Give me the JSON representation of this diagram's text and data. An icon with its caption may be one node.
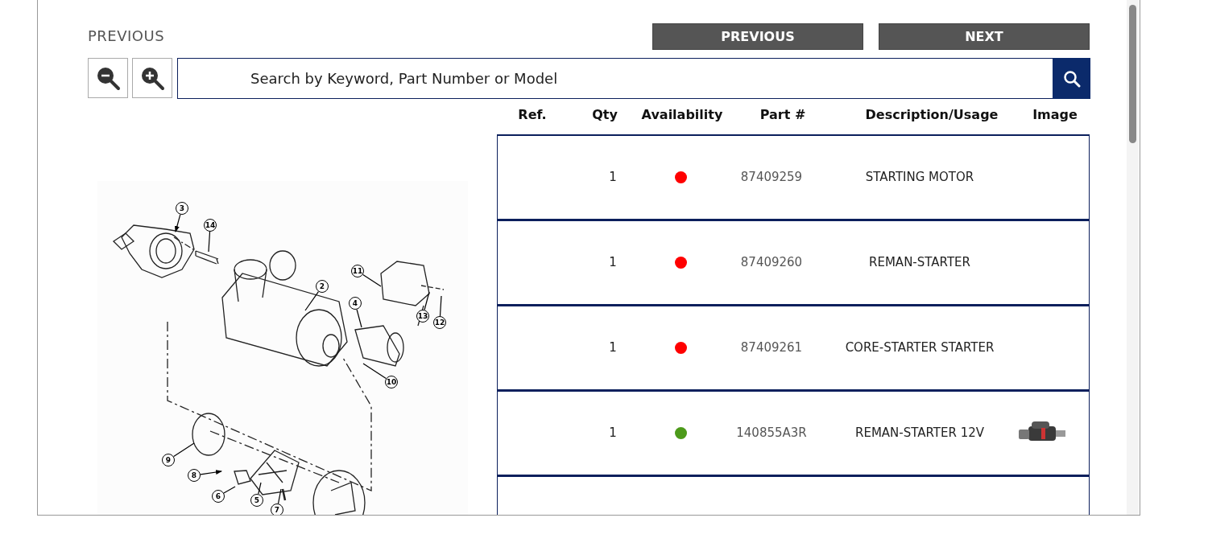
{
  "diagram": {
    "nodes": [
      {
        "text": [
          "PREVIOUS"
        ]
      },
      {
        "text": [
          "NEXT"
        ]
      },
      {
        "text": [
          "Search by Keyword, Part Number or Model"
        ]
      },
      {
        "text": [],
        "shape": "picture"
      },
      {
        "text": [
          "3"
        ],
        "in": 3
      },
      {
        "text": [
          "14"
        ],
        "in": 3
      },
      {
        "text": [
          "2"
        ],
        "in": 3
      },
      {
        "text": [
          "11"
        ],
        "in": 3
      },
      {
        "text": [
          "4"
        ],
        "in": 3
      },
      {
        "text": [
          "13"
        ],
        "in": 3
      },
      {
        "text": [
          "12"
        ],
        "in": 3
      },
      {
        "text": [
          "10"
        ],
        "in": 3
      },
      {
        "text": [
          "9"
        ],
        "in": 3
      },
      {
        "text": [
          "8"
        ],
        "in": 3
      },
      {
        "text": [
          "6"
        ],
        "in": 3
      },
      {
        "text": [
          "5"
        ],
        "in": 3
      },
      {
        "text": [
          "7"
        ],
        "in": 3
      },
      {
        "text": [],
        "shape": "circle"
      },
      {
        "text": [],
        "shape": "circle"
      },
      {
        "text": [],
        "shape": "circle"
      },
      {
        "text": [],
        "shape": "circle"
      },
      {
        "text": [],
        "shape": "picture"
      }
    ],
    "edges": [
      {
        "from": 4,
        "to": null,
        "arrow": "to"
      },
      {
        "from": 5,
        "to": null,
        "arrow": "none"
      },
      {
        "from": 6,
        "to": null,
        "arrow": "none"
      },
      {
        "from": 7,
        "to": null,
        "arrow": "none"
      },
      {
        "from": 8,
        "to": null,
        "arrow": "none"
      },
      {
        "from": 9,
        "to": null,
        "arrow": "none"
      },
      {
        "from": 10,
        "to": null,
        "arrow": "none"
      },
      {
        "from": 11,
        "to": null,
        "arrow": "none"
      },
      {
        "from": 12,
        "to": null,
        "arrow": "none"
      },
      {
        "from": 13,
        "to": null,
        "arrow": "to"
      },
      {
        "from": 14,
        "to": null,
        "arrow": "none"
      },
      {
        "from": 15,
        "to": null,
        "arrow": "none"
      },
      {
        "from": 16,
        "to": null,
        "arrow": "none"
      }
    ],
    "labels": [
      "PREVIOUS",
      "Ref.",
      "Qty",
      "Availability",
      "Part #",
      "Description/Usage",
      "Image",
      "1",
      "87409259",
      "STARTING MOTOR",
      "1",
      "87409260",
      "REMAN-STARTER",
      "1",
      "87409261",
      "CORE-STARTER STARTER",
      "1",
      "140855A3R",
      "REMAN-STARTER 12V"
    ]
  }
}
